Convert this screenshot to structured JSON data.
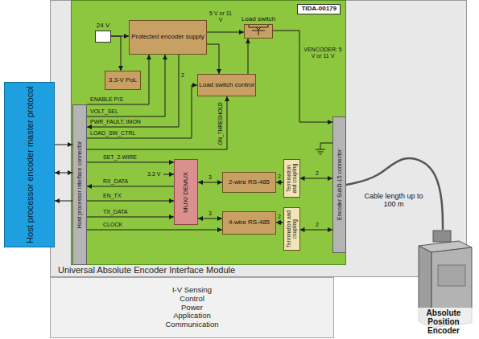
{
  "diagram": {
    "nodes": [
      {
        "text": [
          "Universal Absolute Encoder Interface Module"
        ]
      },
      {
        "text": [
          "TIDA-00179"
        ],
        "in": 0
      },
      {
        "text": [
          "Host processor encoder master protocol"
        ]
      },
      {
        "text": [
          "Host processor interface connector"
        ],
        "in": 1
      },
      {
        "text": [
          "24 V"
        ],
        "in": 1
      },
      {
        "text": [
          "Protected encoder supply"
        ],
        "in": 1
      },
      {
        "text": [
          "3.3-V PoL"
        ],
        "in": 1
      },
      {
        "text": [
          "Load switch"
        ],
        "in": 1
      },
      {
        "text": [
          "Load switch control"
        ],
        "in": 1
      },
      {
        "text": [
          "MUX/ DEMUX"
        ],
        "in": 1
      },
      {
        "text": [
          "2-wire RS-485"
        ],
        "in": 1
      },
      {
        "text": [
          "4-wire RS-485"
        ],
        "in": 1
      },
      {
        "text": [
          "Termination and coupling"
        ],
        "in": 1
      },
      {
        "text": [
          "Termination and coupling"
        ],
        "in": 1
      },
      {
        "text": [
          "Encoder SubD-15 connector"
        ],
        "in": 1
      },
      {
        "text": [
          "I-V Sensing",
          "Control",
          "Power",
          "Application",
          "Communication"
        ]
      },
      {
        "text": [
          "Absolute Position Encoder"
        ]
      }
    ],
    "edges": [
      {
        "from": 4,
        "to": 5,
        "arrow": "to"
      },
      {
        "from": 4,
        "to": 6,
        "arrow": "to"
      },
      {
        "from": 3,
        "to": 5,
        "arrow": "to",
        "label": "ENABLE P/S"
      },
      {
        "from": 3,
        "to": 5,
        "arrow": "to",
        "label": "VOLT_SEL"
      },
      {
        "from": 5,
        "to": 3,
        "arrow": "to",
        "label": "PWR_FAULT, IMON"
      },
      {
        "from": 5,
        "to": 7,
        "arrow": "to",
        "label": "5 V or 11 V"
      },
      {
        "from": 5,
        "to": 8,
        "arrow": "to"
      },
      {
        "from": 8,
        "to": 7,
        "arrow": "to"
      },
      {
        "from": 3,
        "to": 8,
        "arrow": "to",
        "label": "LOAD_SW_CTRL"
      },
      {
        "from": 3,
        "to": 8,
        "arrow": "to",
        "label": "ON_THRESHOLD"
      },
      {
        "from": 7,
        "to": 14,
        "arrow": "to",
        "label": "VENCODER: 5 V or 11 V"
      },
      {
        "from": 3,
        "to": 9,
        "arrow": "to",
        "label": "SET_2-WIRE"
      },
      {
        "from": 9,
        "to": 3,
        "arrow": "to",
        "label": "RX_DATA"
      },
      {
        "from": 3,
        "to": 9,
        "arrow": "to",
        "label": "EN_TX"
      },
      {
        "from": 3,
        "to": 9,
        "arrow": "to",
        "label": "TX_DATA"
      },
      {
        "from": 3,
        "to": 11,
        "arrow": "to",
        "label": "CLOCK"
      },
      {
        "from": 9,
        "to": 10,
        "arrow": "both",
        "label": "3"
      },
      {
        "from": 9,
        "to": 11,
        "arrow": "both",
        "label": "3"
      },
      {
        "from": 10,
        "to": 12,
        "arrow": "both",
        "label": "2"
      },
      {
        "from": 11,
        "to": 13,
        "arrow": "both",
        "label": "2"
      },
      {
        "from": 12,
        "to": 14,
        "arrow": "both",
        "label": "2"
      },
      {
        "from": 13,
        "to": 14,
        "arrow": "both",
        "label": "2"
      },
      {
        "from": 14,
        "to": 16,
        "arrow": "none",
        "label": "Cable length up to 100 m"
      },
      {
        "from": 2,
        "to": 3,
        "arrow": "both"
      }
    ],
    "labels": [
      "2",
      "3.3 V"
    ]
  }
}
